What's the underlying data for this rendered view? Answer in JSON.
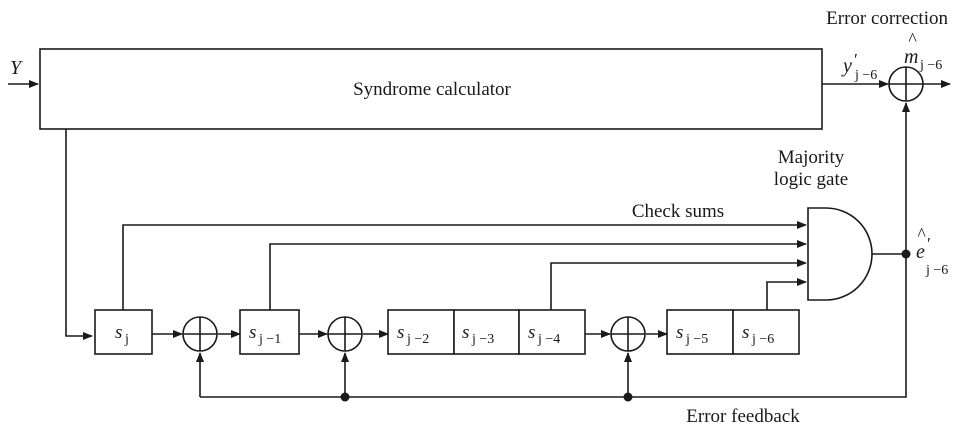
{
  "input_label": "Y",
  "syndrome_block": {
    "label": "Syndrome calculator"
  },
  "labels": {
    "error_correction": "Error correction",
    "majority_logic_gate_line1": "Majority",
    "majority_logic_gate_line2": "logic gate",
    "check_sums": "Check sums",
    "error_feedback": "Error feedback"
  },
  "signals": {
    "received": {
      "base": "y",
      "prime": "′",
      "sub": "j −6"
    },
    "estimate": {
      "hat": "^",
      "base": "m",
      "sub": "j −6"
    },
    "error_est": {
      "hat": "^",
      "base": "e",
      "prime": "′",
      "sub": "j −6"
    }
  },
  "registers": [
    {
      "base": "s",
      "sub": "j"
    },
    {
      "base": "s",
      "sub": "j −1"
    },
    {
      "base": "s",
      "sub": "j −2"
    },
    {
      "base": "s",
      "sub": "j −3"
    },
    {
      "base": "s",
      "sub": "j −4"
    },
    {
      "base": "s",
      "sub": "j −5"
    },
    {
      "base": "s",
      "sub": "j −6"
    }
  ]
}
